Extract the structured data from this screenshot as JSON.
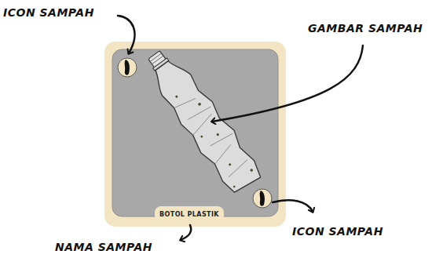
{
  "diagram": {
    "nodes": [
      {
        "text": [
          "BOTOL PLASTIK"
        ]
      }
    ],
    "labels": [
      "ICON SAMPAH",
      "GAMBAR SAMPAH",
      "ICON SAMPAH",
      "NAMA SAMPAH"
    ]
  }
}
